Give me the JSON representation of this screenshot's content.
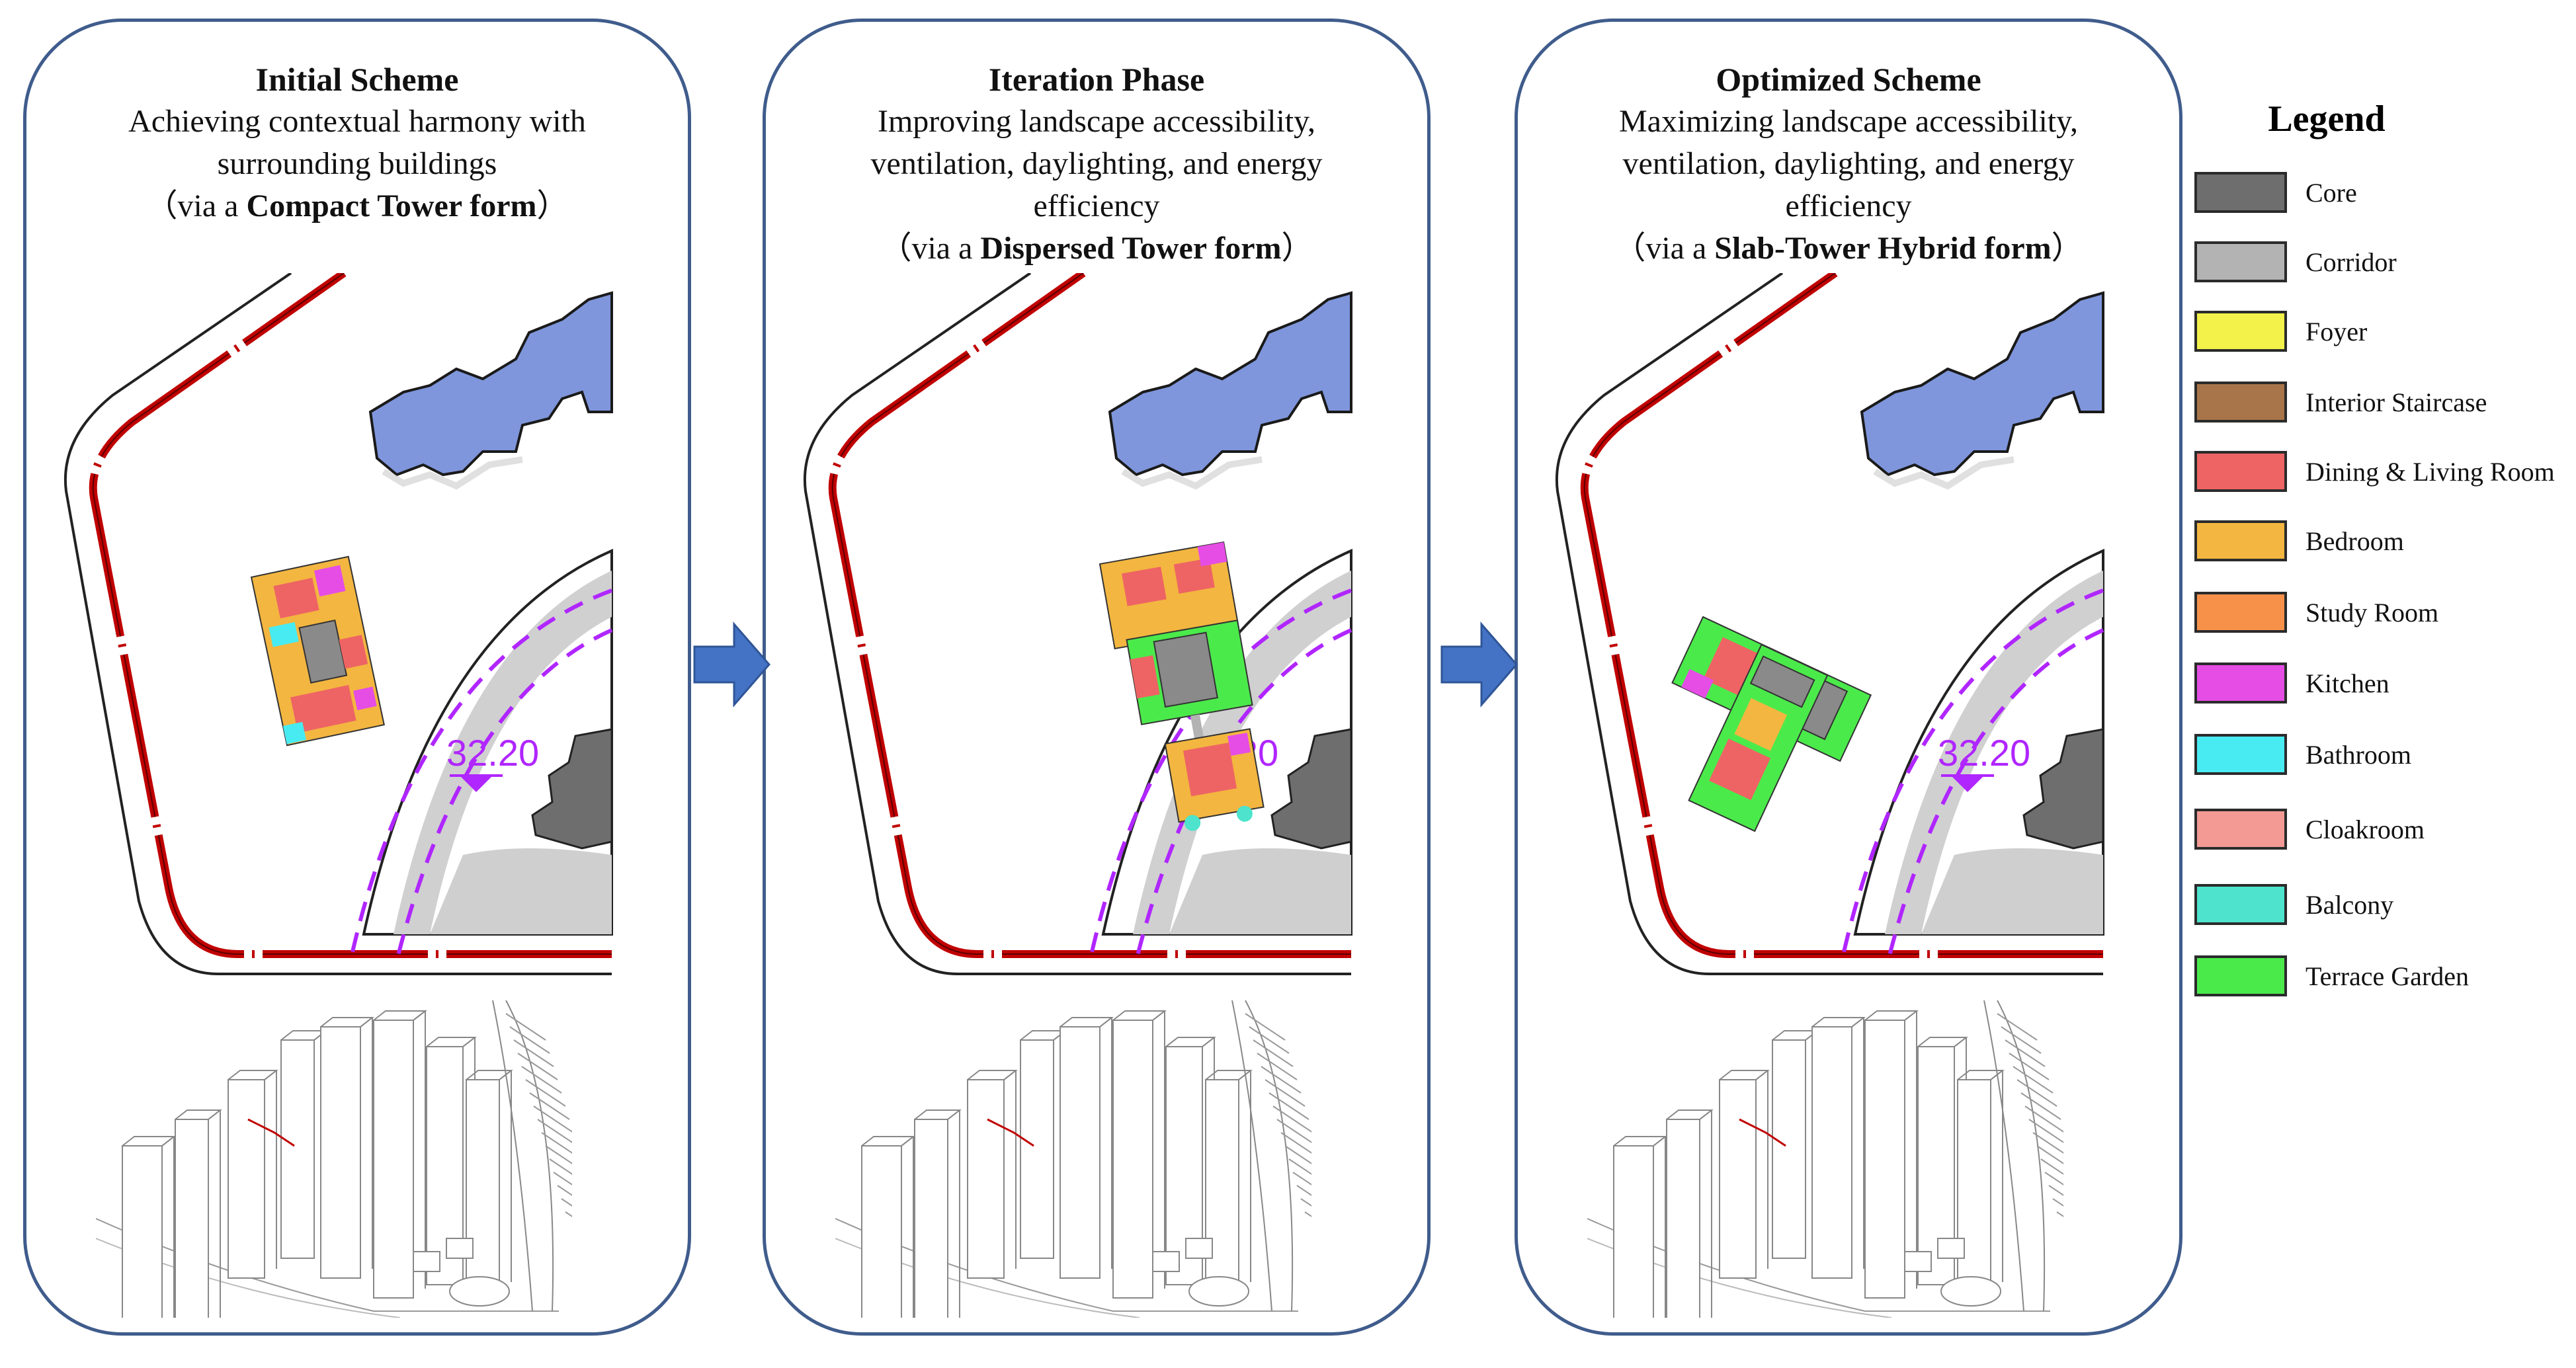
{
  "panels": [
    {
      "title": "Initial Scheme",
      "lines": [
        "Achieving contextual harmony with",
        "surrounding buildings"
      ],
      "form_prefix": "（via a ",
      "form_name": "Compact Tower form",
      "form_suffix": "）",
      "elevation": "32.20"
    },
    {
      "title": "Iteration Phase",
      "lines": [
        "Improving landscape accessibility,",
        "ventilation, daylighting, and energy",
        "efficiency"
      ],
      "form_prefix": "（via a ",
      "form_name": "Dispersed Tower form",
      "form_suffix": "）",
      "elevation": "32.20"
    },
    {
      "title": "Optimized Scheme",
      "lines": [
        "Maximizing landscape accessibility,",
        "ventilation, daylighting, and energy",
        "efficiency"
      ],
      "form_prefix": "（via a ",
      "form_name": "Slab-Tower Hybrid form",
      "form_suffix": "）",
      "elevation": "32.20"
    }
  ],
  "legend": {
    "title": "Legend",
    "items": [
      {
        "label": "Core",
        "color": "#6e6e6e"
      },
      {
        "label": "Corridor",
        "color": "#b3b3b3"
      },
      {
        "label": "Foyer",
        "color": "#f2f24a"
      },
      {
        "label": " Interior Staircase",
        "color": "#a8754a"
      },
      {
        "label": "Dining & Living Room",
        "color": "#ee6464"
      },
      {
        "label": "Bedroom",
        "color": "#f3b640"
      },
      {
        "label": "Study Room",
        "color": "#f7914a"
      },
      {
        "label": "Kitchen",
        "color": "#e54de5"
      },
      {
        "label": "Bathroom",
        "color": "#49ebf2"
      },
      {
        "label": "Cloakroom",
        "color": "#f39a94"
      },
      {
        "label": "Balcony",
        "color": "#4de3cc"
      },
      {
        "label": "Terrace Garden",
        "color": "#4bea4b"
      }
    ]
  },
  "colors": {
    "panel_border": "#3f5c8c",
    "arrow": "#4472c4",
    "site_boundary": "#c00000",
    "neighbor_building": "#7f96dc",
    "elevation_marker": "#b026ff"
  }
}
